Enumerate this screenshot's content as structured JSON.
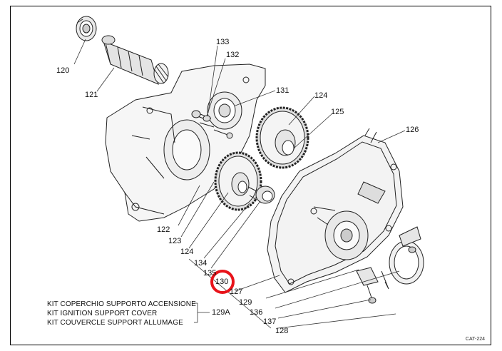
{
  "parts": {
    "p120": "120",
    "p121": "121",
    "p122": "122",
    "p123": "123",
    "p124a": "124",
    "p124b": "124",
    "p125": "125",
    "p126": "126",
    "p127": "127",
    "p128": "128",
    "p129": "129",
    "p129a": "129A",
    "p130": "130",
    "p131": "131",
    "p132": "132",
    "p133": "133",
    "p134": "134",
    "p135": "135",
    "p136": "136",
    "p137": "137"
  },
  "kit": {
    "line_it": "KIT COPERCHIO SUPPORTO ACCENSIONE",
    "line_en": "KIT IGNITION SUPPORT COVER",
    "line_fr": "KIT COUVERCLE SUPPORT ALLUMAGE"
  },
  "catalog_code": "CAT-224",
  "highlight_color": "#e8131a"
}
